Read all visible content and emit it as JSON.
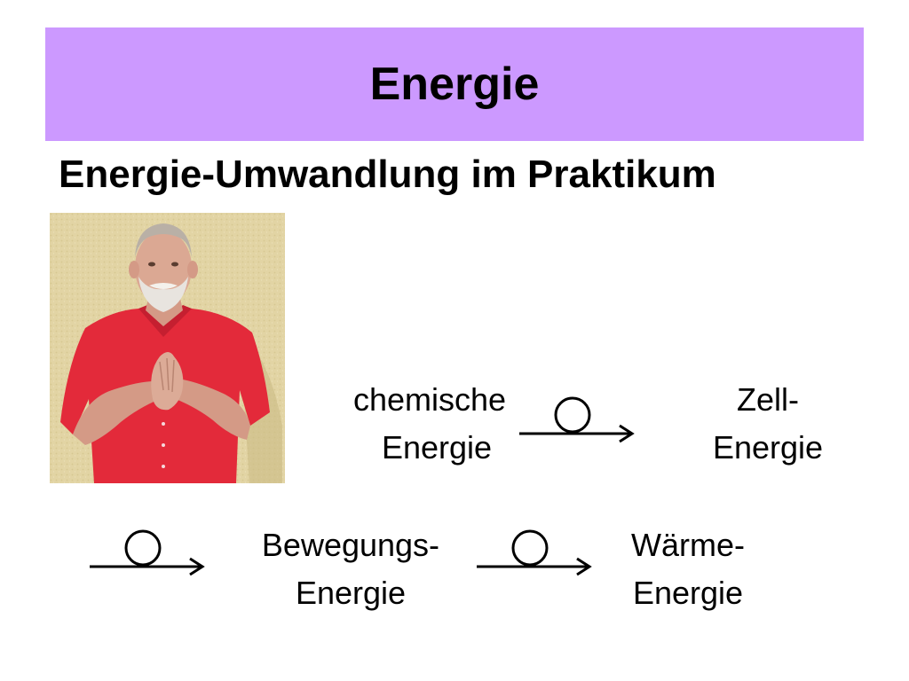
{
  "slide": {
    "title": "Energie",
    "subtitle": "Energie-Umwandlung im Praktikum"
  },
  "photo": {
    "subject": "man-clapping-hands",
    "wall_color": "#e2d4a4",
    "shirt_color": "#e32a3a"
  },
  "diagram": {
    "chemical": {
      "line1": "chemische",
      "line2": "Energie"
    },
    "cell": {
      "line1": "Zell-",
      "line2": "Energie"
    },
    "motion": {
      "line1": "Bewegungs-",
      "line2": "Energie"
    },
    "heat": {
      "line1": "Wärme-",
      "line2": "Energie"
    }
  },
  "colors": {
    "title_bar": "#cc99ff",
    "text": "#000000",
    "background": "#ffffff"
  }
}
